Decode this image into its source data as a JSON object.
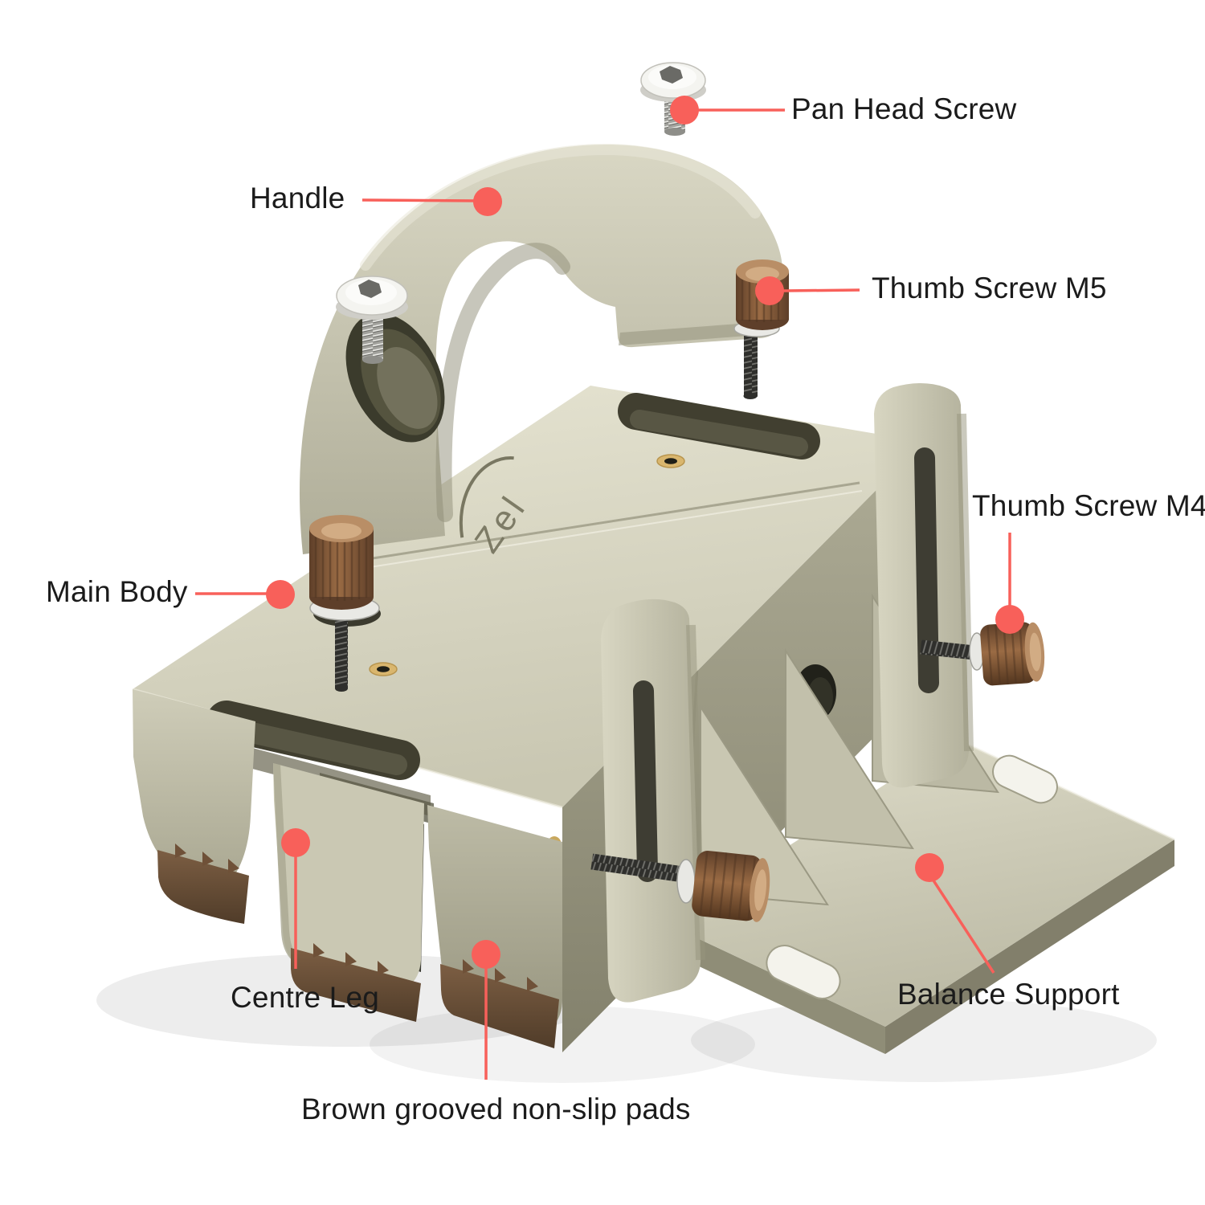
{
  "diagram": {
    "background": "#FFFFFF",
    "accent_color": "#F8605A",
    "labels": {
      "pan_head_screw": "Pan Head Screw",
      "handle": "Handle",
      "thumb_screw_m5": "Thumb Screw M5",
      "thumb_screw_m4": "Thumb Screw M4",
      "main_body": "Main Body",
      "centre_leg": "Centre Leg",
      "brown_pads": "Brown grooved non-slip pads",
      "balance_support": "Balance Support"
    },
    "brand_engraving": "Zel",
    "colors": {
      "body_light": "#E3E1CF",
      "body_mid": "#C6C4AF",
      "body_dark": "#9B9984",
      "pad_brown": "#6F5138",
      "knob_brown": "#8B5F3E",
      "metal_light": "#F4F4F0",
      "thread_dark": "#2F2F2C",
      "callout_dot": "#F8605A"
    }
  }
}
